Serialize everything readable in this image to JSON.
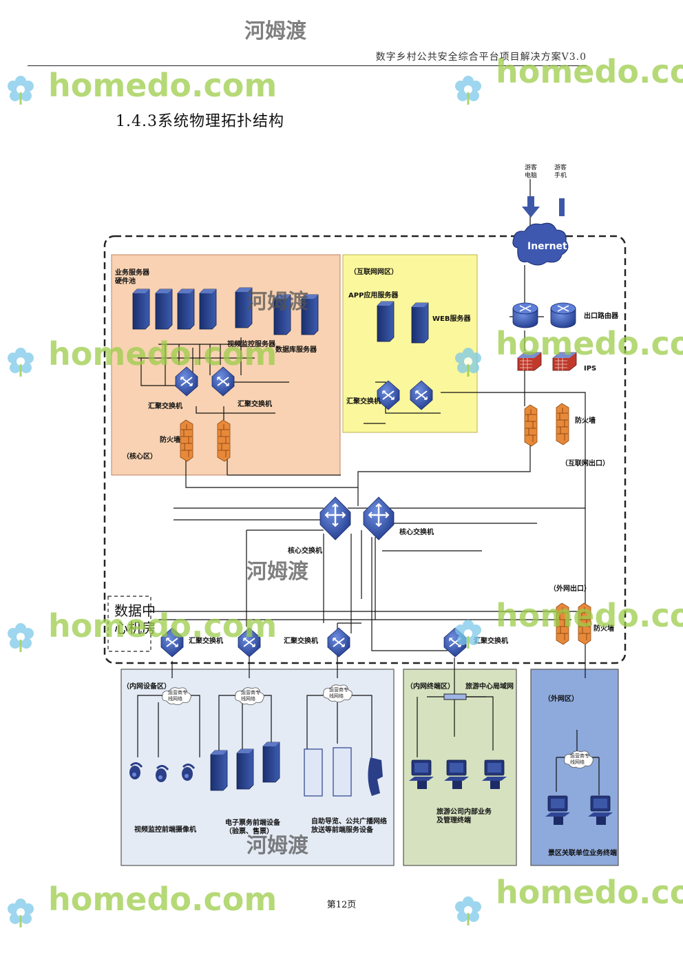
{
  "header": {
    "doc_title": "数字乡村公共安全综合平台项目解决方案V3.0"
  },
  "section": {
    "title": "1.4.3系统物理拓扑结构"
  },
  "page_number": "第12页",
  "watermark": {
    "brand": "homedo.com",
    "cn_name": "河姆渡"
  },
  "diagram": {
    "internet_users": {
      "pc": "游客\n电脑",
      "phone": "游客\n手机"
    },
    "internet_cloud": "Inernet",
    "exit_router": "出口路由器",
    "ips": "IPS",
    "firewall": "防火墙",
    "internet_exit_zone": "（互联网出口）",
    "core_zone": {
      "server_pool": "业务服务器\n硬件池",
      "video_server": "视频监控服务器",
      "db_server": "数据库服务器",
      "agg_switch_1": "汇聚交换机",
      "agg_switch_2": "汇聚交换机",
      "firewall": "防火墙",
      "zone_label": "（核心区）"
    },
    "internet_zone": {
      "zone_label": "（互联网网区）",
      "app_server": "APP应用服务器",
      "web_server": "WEB服务器",
      "agg_switch": "汇聚交换机"
    },
    "core_switch_left": "核心交换机",
    "core_switch_right": "核心交换机",
    "datacenter_room": "数据中\n心机房",
    "extranet_exit": "（外网出口）",
    "extranet_firewall": "防火墙",
    "agg_switch_a": "汇聚交换机",
    "agg_switch_b": "汇聚交换机",
    "agg_switch_c": "汇聚交换机",
    "intranet_device_zone": {
      "zone_label": "（内网设备区）",
      "cloud_1": "运营商专\n线网络",
      "cloud_2": "运营商专\n线网络",
      "cloud_3": "运营商专\n线网络",
      "cameras": "视频监控前端摄像机",
      "ticketing": "电子票务前端设备\n（验票、售票）",
      "broadcast": "自助导览、公共广播网络\n放送等前端服务设备"
    },
    "intranet_terminal_zone": {
      "zone_label": "（内网终端区）",
      "lan": "旅游中心局域网",
      "terminals": "旅游公司内部业务\n及管理终端"
    },
    "extranet_zone": {
      "zone_label": "（外网区）",
      "cloud": "运营商专\n线网络",
      "terminals": "景区关联单位业务终端"
    }
  }
}
